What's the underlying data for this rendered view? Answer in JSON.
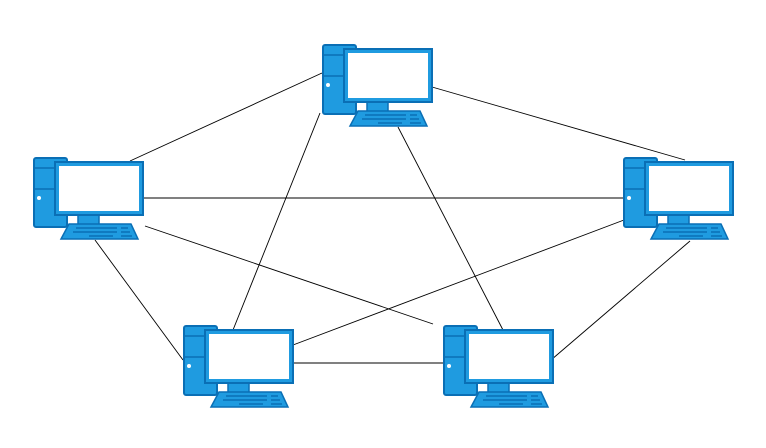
{
  "diagram": {
    "type": "mesh-network",
    "colors": {
      "device_fill": "#1f9be0",
      "device_stroke": "#0a6fb5",
      "screen": "#ffffff",
      "link": "#000000"
    },
    "nodes": [
      {
        "id": "pc-top",
        "icon": "desktop-computer-icon"
      },
      {
        "id": "pc-left",
        "icon": "desktop-computer-icon"
      },
      {
        "id": "pc-right",
        "icon": "desktop-computer-icon"
      },
      {
        "id": "pc-bottom-left",
        "icon": "desktop-computer-icon"
      },
      {
        "id": "pc-bottom-right",
        "icon": "desktop-computer-icon"
      }
    ],
    "links": [
      [
        "pc-top",
        "pc-left"
      ],
      [
        "pc-top",
        "pc-right"
      ],
      [
        "pc-left",
        "pc-right"
      ],
      [
        "pc-left",
        "pc-bottom-right"
      ],
      [
        "pc-left",
        "pc-bottom-left"
      ],
      [
        "pc-top",
        "pc-bottom-left"
      ],
      [
        "pc-top",
        "pc-bottom-right"
      ],
      [
        "pc-right",
        "pc-bottom-left"
      ],
      [
        "pc-right",
        "pc-bottom-right"
      ],
      [
        "pc-bottom-left",
        "pc-bottom-right"
      ]
    ]
  }
}
